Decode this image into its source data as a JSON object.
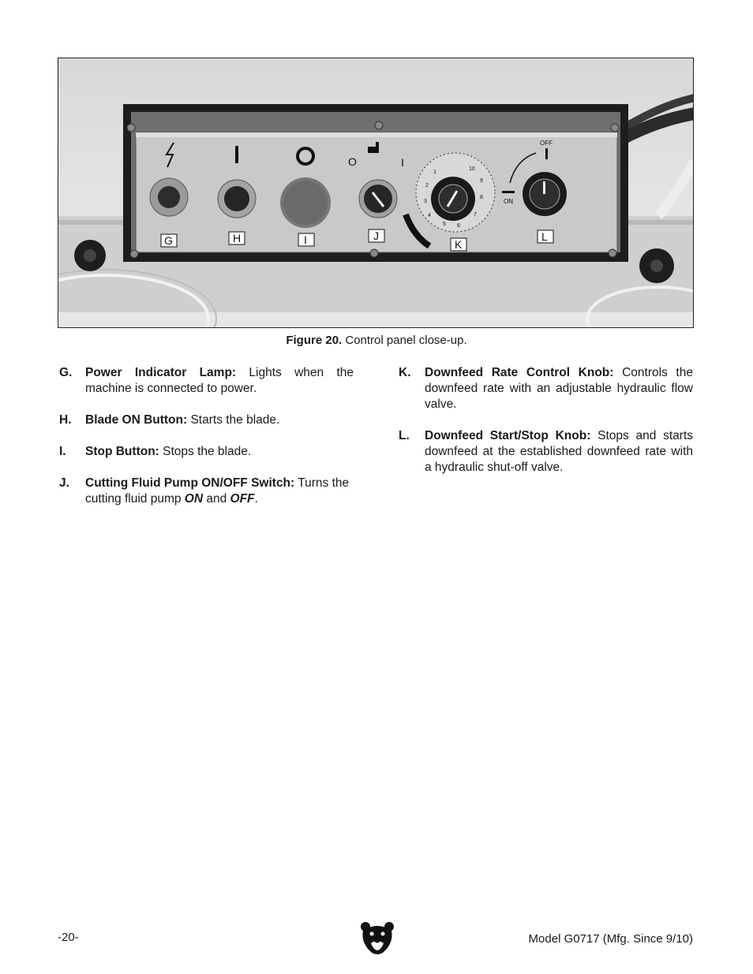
{
  "figure": {
    "callouts": [
      "G",
      "H",
      "I",
      "J",
      "K",
      "L"
    ],
    "switch_marks": {
      "off": "O",
      "on": "I"
    },
    "dial_numbers": [
      "1",
      "2",
      "3",
      "4",
      "5",
      "6",
      "7",
      "8",
      "9",
      "10"
    ],
    "knob_off_label": "OFF",
    "knob_on_label": "ON",
    "caption_label": "Figure 20.",
    "caption_text": " Control panel close-up."
  },
  "items_left": [
    {
      "letter": "G.",
      "term": "Power Indicator Lamp:",
      "text": " Lights when the machine is connected to power."
    },
    {
      "letter": "H.",
      "term": "Blade ON Button:",
      "text": " Starts the blade."
    },
    {
      "letter": "I.",
      "term": "Stop Button:",
      "text": " Stops the blade."
    },
    {
      "letter": "J.",
      "term": "Cutting Fluid Pump ON/OFF Switch:",
      "text": " Turns the cutting fluid pump ",
      "em1": "ON",
      "mid": " and ",
      "em2": "OFF",
      "end": "."
    }
  ],
  "items_right": [
    {
      "letter": "K.",
      "term": "Downfeed Rate Control Knob:",
      "text": " Controls the downfeed rate with an adjustable hydraulic flow valve."
    },
    {
      "letter": "L.",
      "term": "Downfeed Start/Stop Knob:",
      "text": " Stops and starts downfeed at the established downfeed rate with a hydraulic shut-off valve."
    }
  ],
  "footer": {
    "page_number": "-20-",
    "model": "Model G0717 (Mfg. Since 9/10)",
    "logo_icon": "bear-head-logo-icon"
  }
}
